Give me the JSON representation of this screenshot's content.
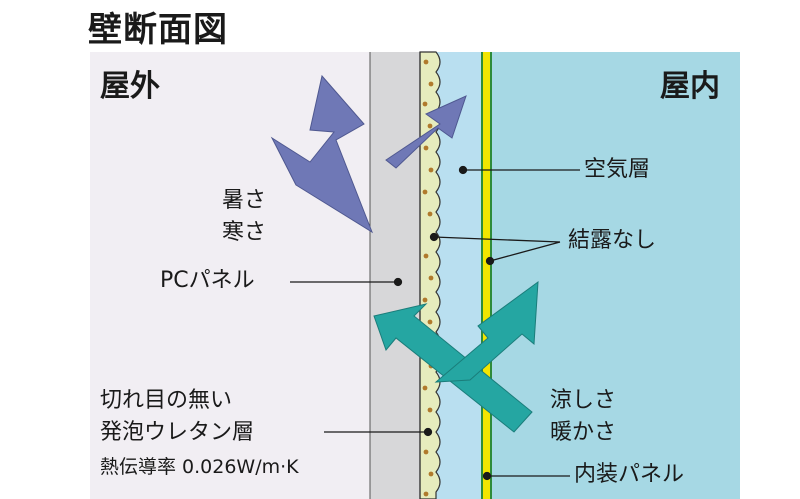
{
  "title": "壁断面図",
  "regions": {
    "outdoor": "屋外",
    "indoor": "屋内"
  },
  "labels": {
    "heat_cold_1": "暑さ",
    "heat_cold_2": "寒さ",
    "pc_panel": "PCパネル",
    "insulation_1": "切れ目の無い",
    "insulation_2": "発泡ウレタン層",
    "insulation_3": "熱伝導率 0.026W/m·K",
    "air_layer": "空気層",
    "no_condensation": "結露なし",
    "cool_warm_1": "涼しさ",
    "cool_warm_2": "暖かさ",
    "interior_panel": "内装パネル"
  },
  "colors": {
    "outdoor_bg": "#f1eef3",
    "pc_panel": "#d7d7d9",
    "foam": "#e6ecbd",
    "foam_dots": "#b07a2c",
    "air": "#b9dff0",
    "indoor_bg": "#a6d8e4",
    "interior_panel": "#f2e500",
    "panel_edge": "#2e8b3a",
    "arrow_purple": "#6f78b6",
    "arrow_teal": "#25a6a2"
  }
}
